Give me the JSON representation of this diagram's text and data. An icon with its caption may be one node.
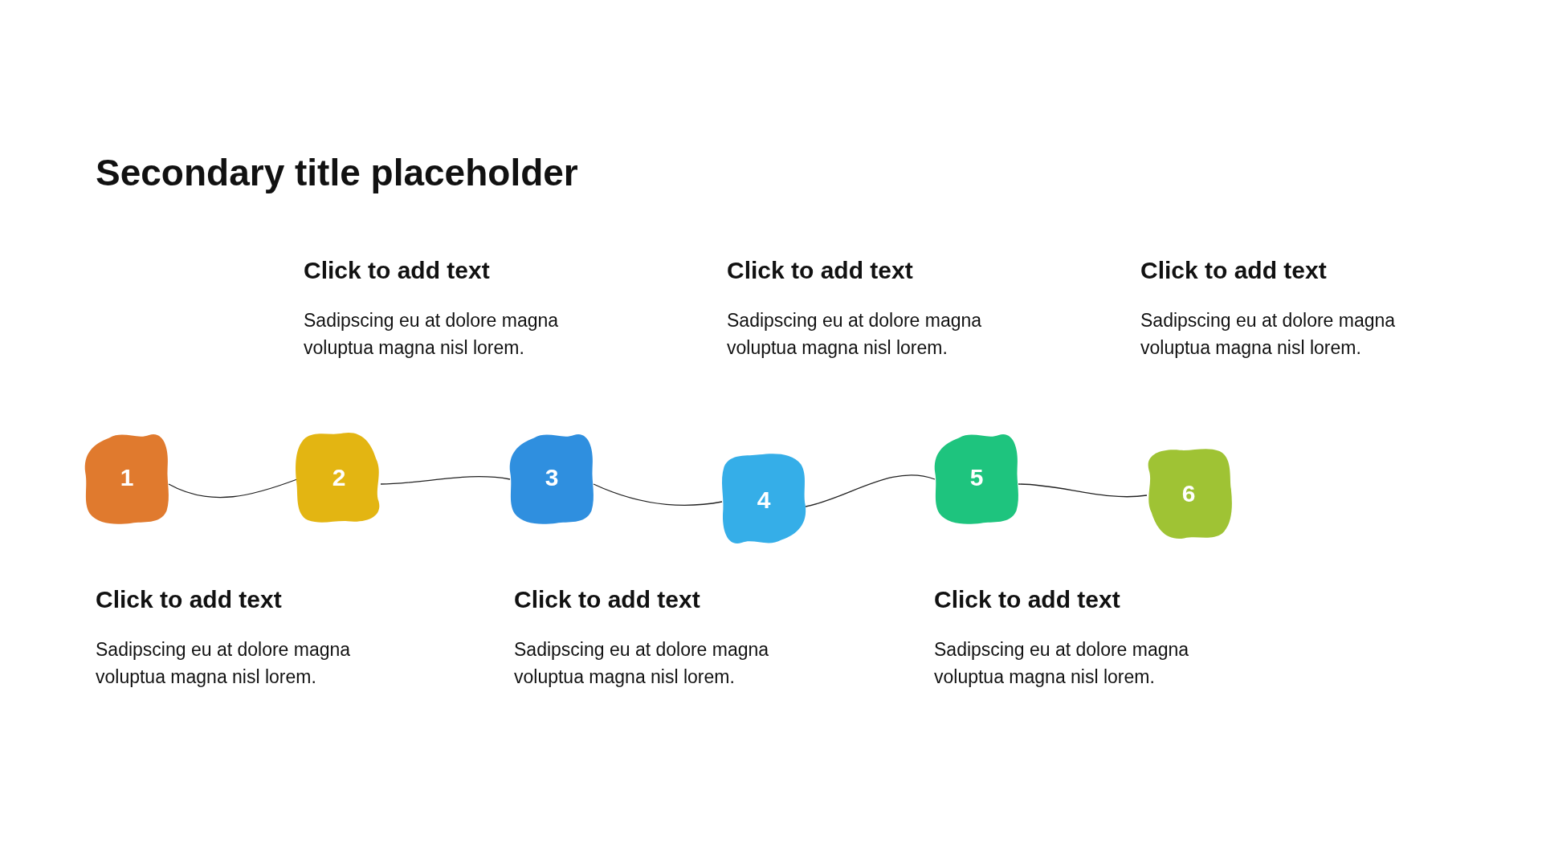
{
  "diagram": {
    "title": "Secondary title placeholder",
    "nodes": [
      {
        "text": [
          "1"
        ],
        "beside": [
          "Click to add text",
          "Sadipscing eu at dolore magna voluptua magna nisl lorem."
        ]
      },
      {
        "text": [
          "2"
        ],
        "beside": [
          "Click to add text",
          "Sadipscing eu at dolore magna voluptua magna nisl lorem."
        ]
      },
      {
        "text": [
          "3"
        ],
        "beside": [
          "Click to add text",
          "Sadipscing eu at dolore magna voluptua magna nisl lorem."
        ]
      },
      {
        "text": [
          "4"
        ],
        "beside": [
          "Click to add text",
          "Sadipscing eu at dolore magna voluptua magna nisl lorem."
        ]
      },
      {
        "text": [
          "5"
        ],
        "beside": [
          "Click to add text",
          "Sadipscing eu at dolore magna voluptua magna nisl lorem."
        ]
      },
      {
        "text": [
          "6"
        ],
        "beside": [
          "Click to add text",
          "Sadipscing eu at dolore magna voluptua magna nisl lorem."
        ]
      }
    ],
    "edges": [
      {
        "from": 0,
        "to": 1,
        "arrow": "none"
      },
      {
        "from": 1,
        "to": 2,
        "arrow": "none"
      },
      {
        "from": 2,
        "to": 3,
        "arrow": "none"
      },
      {
        "from": 3,
        "to": 4,
        "arrow": "none"
      },
      {
        "from": 4,
        "to": 5,
        "arrow": "none"
      }
    ]
  }
}
